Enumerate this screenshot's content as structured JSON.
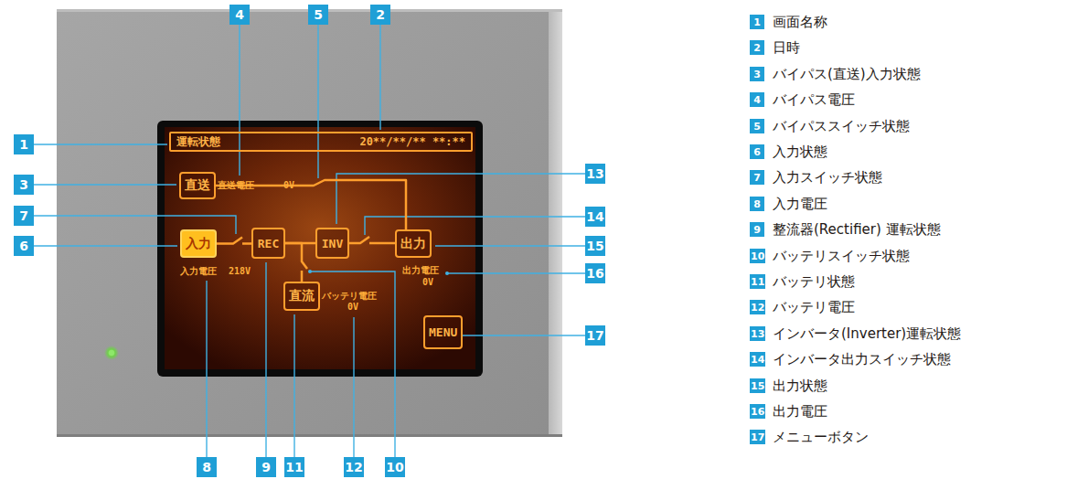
{
  "diagram": {
    "nodes": [
      {
        "text": [
          "運転状態",
          "20**/**/** **:**"
        ]
      },
      {
        "text": [
          "直送"
        ]
      },
      {
        "text": [
          "入力"
        ]
      },
      {
        "text": [
          "REC"
        ]
      },
      {
        "text": [
          "INV"
        ]
      },
      {
        "text": [
          "出力"
        ]
      },
      {
        "text": [
          "直流"
        ]
      },
      {
        "text": [
          "MENU"
        ]
      }
    ],
    "edges": [
      {
        "from": 1,
        "to": 5,
        "arrow": "none"
      },
      {
        "from": 2,
        "to": 3,
        "arrow": "none"
      },
      {
        "from": 3,
        "to": 4,
        "arrow": "none"
      },
      {
        "from": 4,
        "to": 5,
        "arrow": "none"
      },
      {
        "from": 3,
        "to": 6,
        "arrow": "none"
      }
    ],
    "labels": [
      "1",
      "2",
      "3",
      "4",
      "5",
      "6",
      "7",
      "8",
      "9",
      "10",
      "11",
      "12",
      "13",
      "14",
      "15",
      "16",
      "17",
      "直送電圧",
      "0V",
      "入力電圧",
      "218V",
      "出力電圧",
      "0V",
      "バッテリ電圧",
      "0V",
      "1",
      "2",
      "3",
      "4",
      "5",
      "6",
      "7",
      "8",
      "9",
      "10",
      "11",
      "12",
      "13",
      "14",
      "15",
      "16",
      "17",
      "画面名称",
      "日時",
      "バイパス(直送)入力状態",
      "バイパス電圧",
      "バイパススイッチ状態",
      "入力状態",
      "入力スイッチ状態",
      "入力電圧",
      "整流器(Rectifier) 運転状態",
      "バッテリスイッチ状態",
      "バッテリ状態",
      "バッテリ電圧",
      "インバータ(Inverter)運転状態",
      "インバータ出力スイッチ状態",
      "出力状態",
      "出力電圧",
      "メニューボタン"
    ]
  }
}
